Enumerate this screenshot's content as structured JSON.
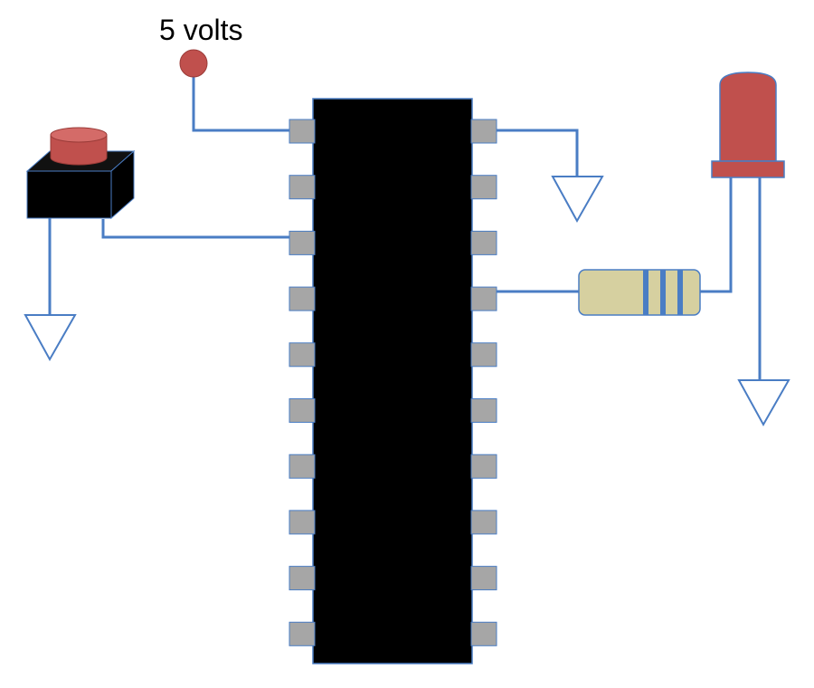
{
  "supply": {
    "label": "5 volts"
  },
  "colors": {
    "wire": "#4a7dc4",
    "chip_body": "#000000",
    "chip_pin": "#a6a6a6",
    "red_component": "#c0504d",
    "resistor_body": "#d6d0a0",
    "resistor_band": "#4a7dc4",
    "ground_fill": "#ffffff"
  },
  "components": {
    "microcontroller": {
      "pin_count": 20,
      "pins_per_side": 10
    },
    "push_button": {
      "type": "momentary-switch"
    },
    "led": {
      "color": "red"
    },
    "resistor": {
      "band_count": 3
    },
    "grounds": 3
  }
}
